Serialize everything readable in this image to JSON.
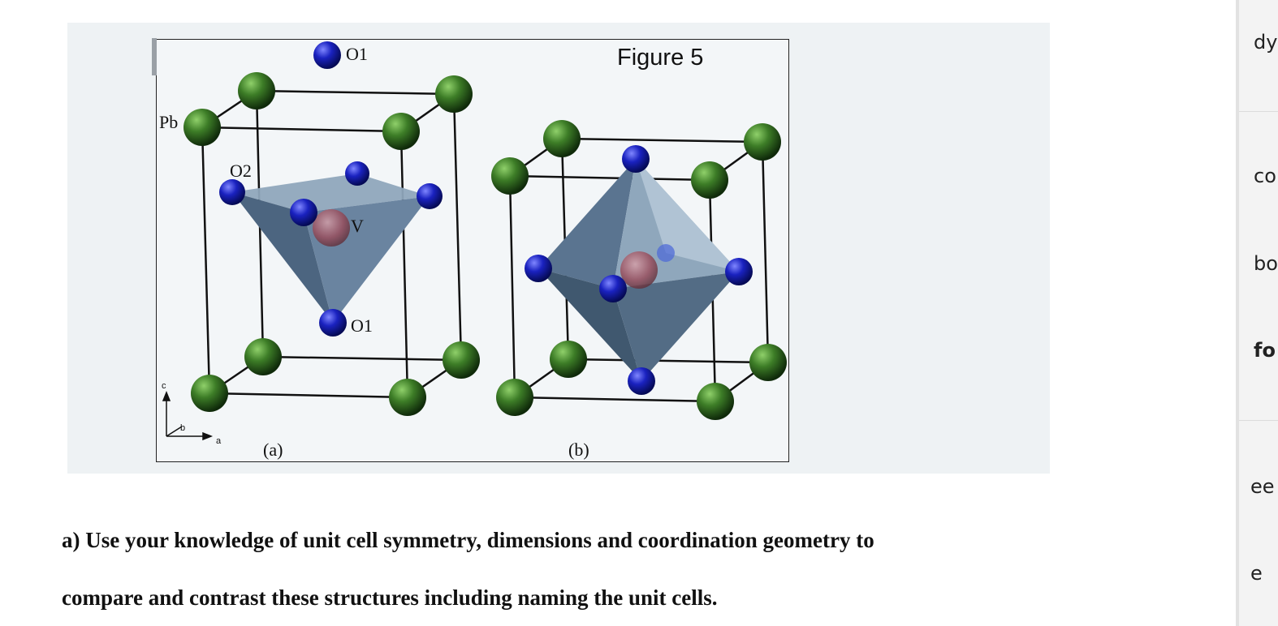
{
  "figure": {
    "title": "Figure 5",
    "labels": {
      "o1_top": "O1",
      "pb": "Pb",
      "o2": "O2",
      "v": "V",
      "o1_bottom": "O1",
      "axis_c": "c",
      "axis_b": "b",
      "axis_a": "a",
      "caption_a": "(a)",
      "caption_b": "(b)"
    },
    "colors": {
      "pb_atom": "#2f6a1f",
      "o_atom": "#1a1fb0",
      "v_atom": "#b05a6a",
      "polyhedron": "#5f7891"
    }
  },
  "question": {
    "line1": "a) Use your knowledge of unit cell symmetry, dimensions and coordination geometry to",
    "line2": "compare and contrast these structures including naming the unit cells."
  },
  "side_panel": {
    "items": [
      "dy",
      "co",
      "bo",
      "fo",
      "ee",
      "e"
    ]
  }
}
